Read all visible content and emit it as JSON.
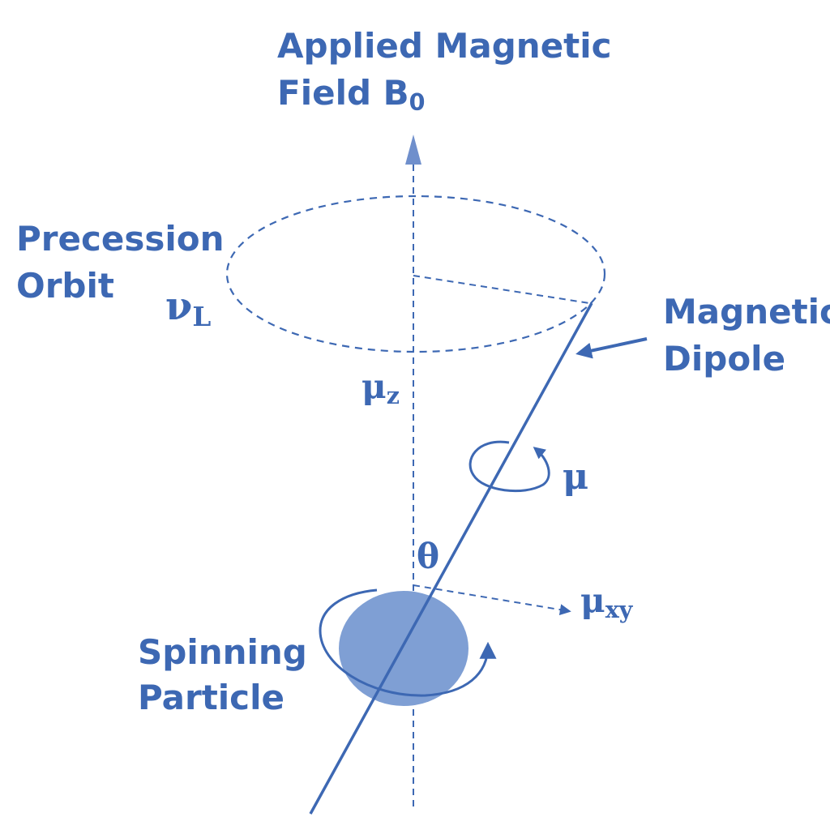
{
  "colors": {
    "stroke": "#3d68b3",
    "particle": "#7f9fd4",
    "arrowhead": "#6f8fcc",
    "text": "#3d68b3"
  },
  "labels": {
    "field_line1": "Applied Magnetic",
    "field_line2_prefix": "Field B",
    "field_line2_sub": "0",
    "orbit_line1": "Precession",
    "orbit_line2": "Orbit",
    "dipole_line1": "Magnetic",
    "dipole_line2": "Dipole",
    "particle_line1": "Spinning",
    "particle_line2": "Particle"
  },
  "symbols": {
    "nu_base": "ν",
    "nu_sub": "L",
    "mu_z_base": "μ",
    "mu_z_sub": "z",
    "mu": "μ",
    "theta": "θ",
    "mu_xy_base": "μ",
    "mu_xy_sub": "xy"
  }
}
